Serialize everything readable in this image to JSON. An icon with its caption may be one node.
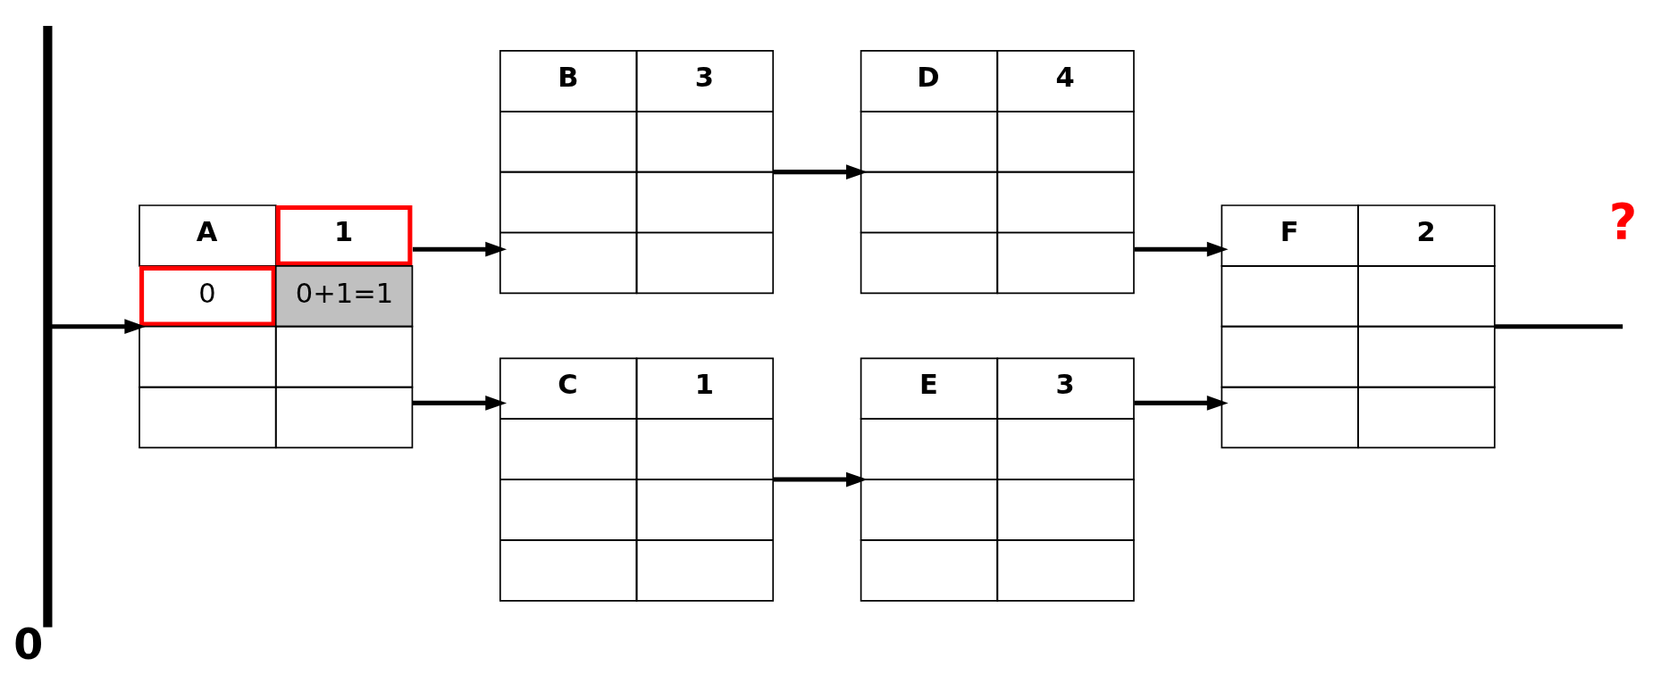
{
  "diagram": {
    "nodes": [
      {
        "text": [],
        "shape": "bar",
        "beside": [
          "0"
        ]
      },
      {
        "text": [
          "A",
          "1",
          "0",
          "0+1=1"
        ]
      },
      {
        "text": [
          "B",
          "3"
        ]
      },
      {
        "text": [
          "C",
          "1"
        ]
      },
      {
        "text": [
          "D",
          "4"
        ]
      },
      {
        "text": [
          "E",
          "3"
        ]
      },
      {
        "text": [
          "F",
          "2"
        ]
      }
    ],
    "edges": [
      {
        "from": 0,
        "to": 1,
        "arrow": "to"
      },
      {
        "from": 1,
        "to": 2,
        "arrow": "to"
      },
      {
        "from": 1,
        "to": 3,
        "arrow": "to"
      },
      {
        "from": 2,
        "to": 4,
        "arrow": "to"
      },
      {
        "from": 3,
        "to": 5,
        "arrow": "to"
      },
      {
        "from": 4,
        "to": 6,
        "arrow": "to"
      },
      {
        "from": 5,
        "to": 6,
        "arrow": "to"
      },
      {
        "from": 6,
        "to": null,
        "arrow": "none"
      }
    ],
    "labels": [
      "?"
    ]
  }
}
